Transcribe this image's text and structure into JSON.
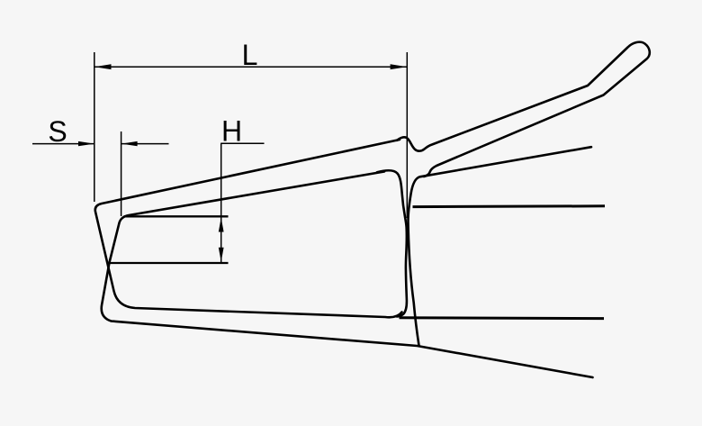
{
  "page": {
    "background_color": "#f6f6f6",
    "ink_color": "#000000"
  },
  "drawing": {
    "labels": {
      "L": "L",
      "S": "S",
      "H": "H"
    }
  }
}
